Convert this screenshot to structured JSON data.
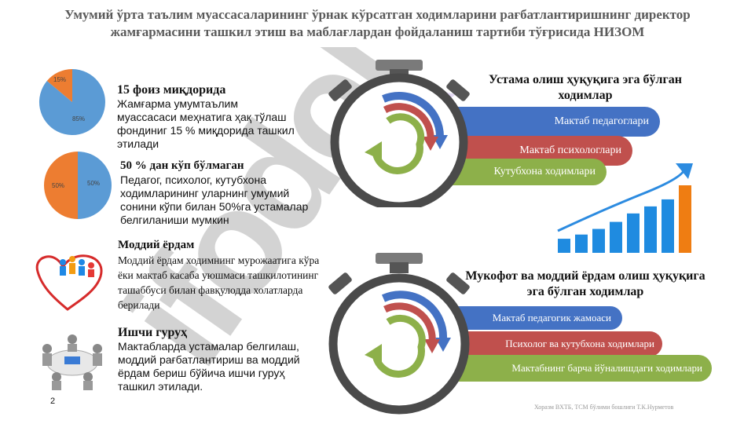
{
  "title": "Умумий ўрта таълим муассасаларининг ўрнак кўрсатган ходимларини рағбатлантиришнинг директор жамғармасини ташкил этиш ва маблағлардан фойдаланиш тартиби тўғрисида НИЗОМ",
  "pie1": {
    "small_label": "15%",
    "large_label": "85%",
    "values": [
      15,
      85
    ],
    "colors": [
      "#ed7d31",
      "#5b9bd5"
    ]
  },
  "pie2": {
    "left_label": "50%",
    "right_label": "50%",
    "values": [
      50,
      50
    ],
    "colors": [
      "#ed7d31",
      "#5b9bd5"
    ]
  },
  "items": [
    {
      "heading": "15 фоиз миқдорида",
      "text": "Жамғарма умумтаълим муассасаси меҳнатига ҳақ тўлаш фондиниг 15 % миқдорида ташкил этилади"
    },
    {
      "heading": "50 % дан кўп бўлмаган",
      "text": "Педагог, психолог, кутубхона ходимларининг уларнинг умумий сонини кўпи билан 50%га устамалар белгиланиши мумкин"
    },
    {
      "heading": "Моддий ёрдам",
      "text": "Моддий ёрдам ходимнинг мурожаатига кўра ёки мактаб касаба уюшмаси ташкилотининг ташаббуси билан фавқулодда холатларда берилади"
    },
    {
      "heading": "Ишчи гуруҳ",
      "text": "Мактабларда устамалар белгилаш, моддий рағбатлантириш ва моддий ёрдам бериш бўйича ишчи гуруҳ ташкил этилади."
    }
  ],
  "section1": {
    "title": "Устама олиш ҳуқуқига эга бўлган ходимлар",
    "bands": [
      {
        "label": "Мактаб педагоглари",
        "color": "#4472c4"
      },
      {
        "label": "Мактаб психологлари",
        "color": "#c0504d"
      },
      {
        "label": "Кутубхона ходимлари",
        "color": "#8db04a"
      }
    ]
  },
  "section2": {
    "title": "Мукофот ва моддий ёрдам олиш ҳуқуқига эга бўлган ходимлар",
    "bands": [
      {
        "label": "Мактаб педагогик жамоаси",
        "color": "#4472c4"
      },
      {
        "label": "Психолог ва кутубхона ходимлари",
        "color": "#c0504d"
      },
      {
        "label": "Мактабнинг барча йўналишдаги ходимлари",
        "color": "#8db04a"
      }
    ]
  },
  "growth_chart": {
    "values": [
      1,
      1.3,
      1.7,
      2.2,
      2.8,
      3.3,
      3.8,
      4.8
    ],
    "bar_color": "#1f8be0",
    "last_bar_color": "#ef7d12"
  },
  "watermark_colors": [
    "#7a7a7a",
    "#c9b6ea"
  ],
  "page_number": "2",
  "footer": "Хоразм ВХТБ, ТСМ бўлими бошлиғи Т.К.Нурметов"
}
